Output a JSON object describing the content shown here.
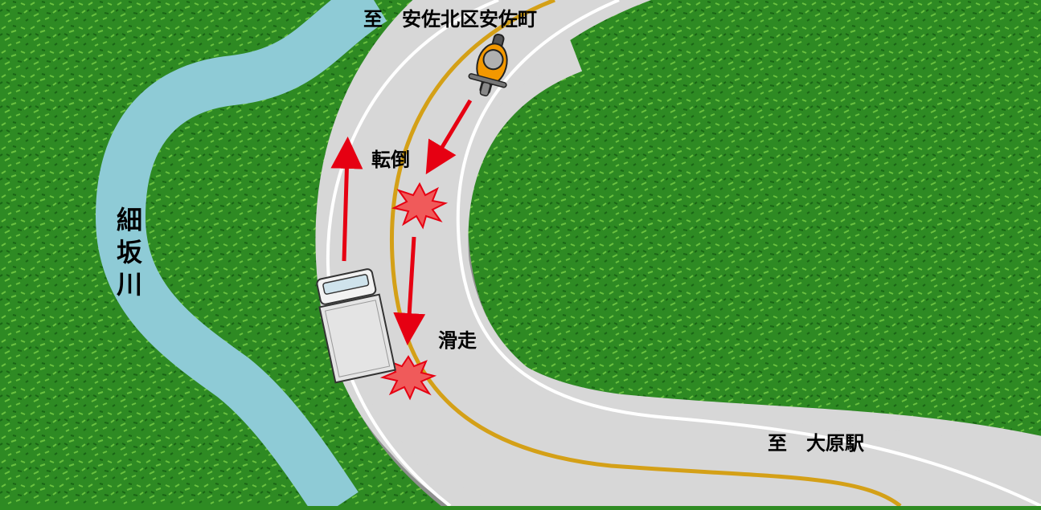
{
  "labels": {
    "to_north": "至　安佐北区安佐町",
    "to_station": "至　大原駅",
    "river": [
      "細",
      "坂",
      "川"
    ],
    "fall": "転倒",
    "slide": "滑走"
  },
  "colors": {
    "grass_dark": "#1f7a1c",
    "grass_light": "#7fd84a",
    "river": "#8ecbd6",
    "road": "#d7d7d7",
    "road_edge": "#9a9a9a",
    "center_line": "#d4a017",
    "arrow": "#e60012",
    "impact": "#f05a5a",
    "rider": "#f39800"
  },
  "icons": [
    "motorcycle-icon",
    "truck-icon",
    "impact-burst-icon",
    "arrow-icon"
  ]
}
